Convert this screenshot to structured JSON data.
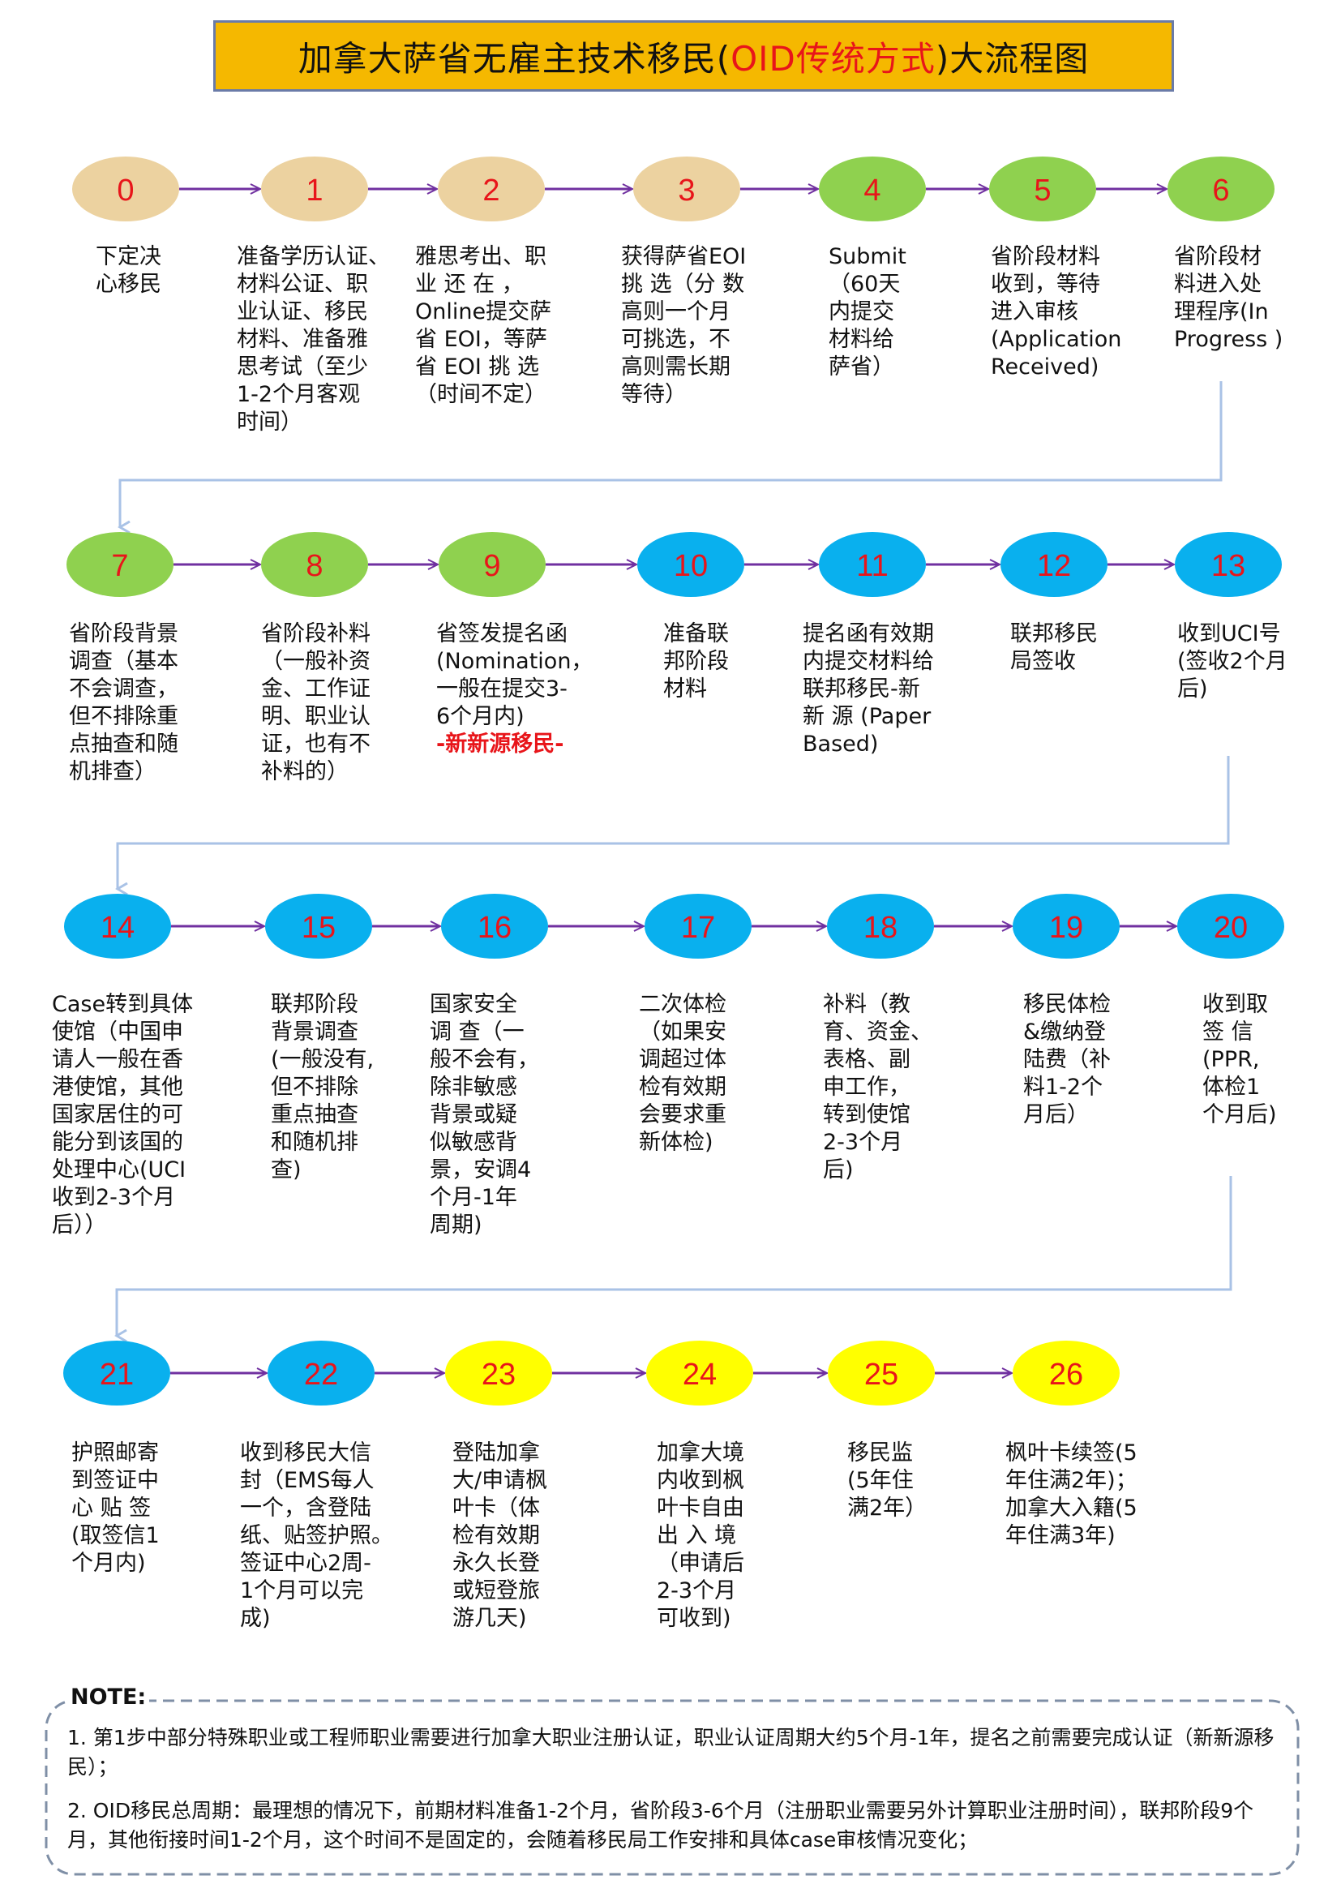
{
  "title": {
    "pre": "加拿大萨省无雇主技术移民(",
    "highlight": "OID传统方式",
    "post": ")大流程图"
  },
  "colors": {
    "tan": "#ecd2a0",
    "green": "#8fd14f",
    "blue": "#09b0ee",
    "yellow": "#ffff00",
    "arrow": "#7030a0",
    "connector": "#a9c2e6",
    "number": "#e8151a"
  },
  "steps": [
    {
      "num": "0",
      "color": "tan",
      "text": "下定决\n心移民"
    },
    {
      "num": "1",
      "color": "tan",
      "text": "准备学历认证、\n材料公证、职\n业认证、移民\n材料、准备雅\n思考试（至少\n1-2个月客观\n时间）"
    },
    {
      "num": "2",
      "color": "tan",
      "text": "雅思考出、职\n业 还 在 ，\nOnline提交萨\n省 EOI，等萨\n省 EOI 挑 选\n（时间不定）"
    },
    {
      "num": "3",
      "color": "tan",
      "text": "获得萨省EOI\n挑 选（分 数\n高则一个月\n可挑选，不\n高则需长期\n等待）"
    },
    {
      "num": "4",
      "color": "green",
      "text": "Submit\n（60天\n内提交\n材料给\n萨省）"
    },
    {
      "num": "5",
      "color": "green",
      "text": "省阶段材料\n收到，等待\n进入审核\n(Application\nReceived)"
    },
    {
      "num": "6",
      "color": "green",
      "text": "省阶段材\n料进入处\n理程序(In\nProgress )"
    },
    {
      "num": "7",
      "color": "green",
      "text": "省阶段背景\n调查（基本\n不会调查，\n但不排除重\n点抽查和随\n机排查）"
    },
    {
      "num": "8",
      "color": "green",
      "text": "省阶段补料\n（一般补资\n金、工作证\n明、职业认\n证，也有不\n补料的）"
    },
    {
      "num": "9",
      "color": "green",
      "text": "省签发提名函\n(Nomination，\n一般在提交3-\n6个月内)",
      "extra": "-新新源移民-"
    },
    {
      "num": "10",
      "color": "blue",
      "text": "准备联\n邦阶段\n材料"
    },
    {
      "num": "11",
      "color": "blue",
      "text": "提名函有效期\n内提交材料给\n联邦移民-新\n新 源 (Paper\nBased)"
    },
    {
      "num": "12",
      "color": "blue",
      "text": "联邦移民\n局签收"
    },
    {
      "num": "13",
      "color": "blue",
      "text": "收到UCI号\n(签收2个月\n后)"
    },
    {
      "num": "14",
      "color": "blue",
      "text": "Case转到具体\n使馆（中国申\n请人一般在香\n港使馆，其他\n国家居住的可\n能分到该国的\n处理中心(UCI\n收到2-3个月\n后））"
    },
    {
      "num": "15",
      "color": "blue",
      "text": "联邦阶段\n背景调查\n(一般没有,\n但不排除\n重点抽查\n和随机排\n查)"
    },
    {
      "num": "16",
      "color": "blue",
      "text": "国家安全\n调 查（一\n般不会有，\n除非敏感\n背景或疑\n似敏感背\n景，安调4\n个月-1年\n周期)"
    },
    {
      "num": "17",
      "color": "blue",
      "text": "二次体检\n（如果安\n调超过体\n检有效期\n会要求重\n新体检)"
    },
    {
      "num": "18",
      "color": "blue",
      "text": "补料（教\n育、资金、\n表格、副\n申工作，\n转到使馆\n2-3个月\n后)"
    },
    {
      "num": "19",
      "color": "blue",
      "text": "移民体检\n&缴纳登\n陆费（补\n料1-2个\n月后）"
    },
    {
      "num": "20",
      "color": "blue",
      "text": "收到取\n签 信\n(PPR,\n体检1\n个月后)"
    },
    {
      "num": "21",
      "color": "blue",
      "text": "护照邮寄\n到签证中\n心 贴 签\n(取签信1\n个月内)"
    },
    {
      "num": "22",
      "color": "blue",
      "text": "收到移民大信\n封（EMS每人\n一个，含登陆\n纸、贴签护照。\n签证中心2周-\n1个月可以完\n成)"
    },
    {
      "num": "23",
      "color": "yellow",
      "text": "登陆加拿\n大/申请枫\n叶卡（体\n检有效期\n永久长登\n或短登旅\n游几天)"
    },
    {
      "num": "24",
      "color": "yellow",
      "text": "加拿大境\n内收到枫\n叶卡自由\n出 入 境\n（申请后\n2-3个月\n可收到)"
    },
    {
      "num": "25",
      "color": "yellow",
      "text": "移民监\n(5年住\n满2年）"
    },
    {
      "num": "26",
      "color": "yellow",
      "text": "枫叶卡续签(5\n年住满2年)；\n加拿大入籍(5\n年住满3年)"
    }
  ],
  "note": {
    "title": "NOTE:",
    "item1": "1. 第1步中部分特殊职业或工程师职业需要进行加拿大职业注册认证，职业认证周期大约5个月-1年，提名之前需要完成认证（新新源移民）；",
    "item2": "2. OID移民总周期：最理想的情况下，前期材料准备1-2个月，省阶段3-6个月（注册职业需要另外计算职业注册时间），联邦阶段9个月，其他衔接时间1-2个月，这个时间不是固定的，会随着移民局工作安排和具体case审核情况变化；"
  }
}
